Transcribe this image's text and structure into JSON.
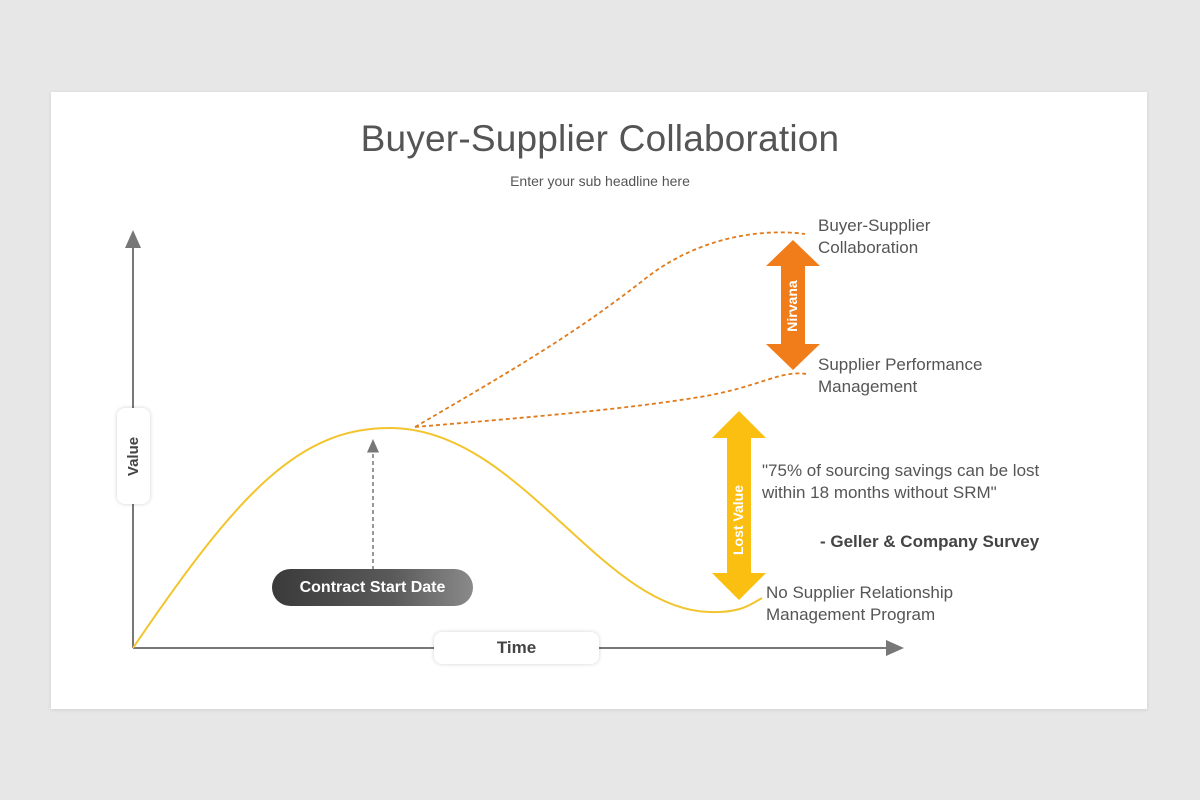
{
  "title": "Buyer-Supplier Collaboration",
  "subtitle": "Enter your sub headline here",
  "axes": {
    "y_label": "Value",
    "x_label": "Time"
  },
  "milestone": {
    "label": "Contract Start Date"
  },
  "outcomes": {
    "top": "Buyer-Supplier Collaboration",
    "middle": "Supplier Performance Management",
    "bottom": "No Supplier Relationship Management Program"
  },
  "arrows": {
    "upper": {
      "label": "Nirvana",
      "color": "#f07d1a"
    },
    "lower": {
      "label": "Lost Value",
      "color": "#fbbf12"
    }
  },
  "quote": {
    "text": "\"75% of sourcing savings can be lost within 18 months without SRM\"",
    "source": "- Geller & Company Survey"
  },
  "colors": {
    "baseline_curve": "#f2c52e",
    "dashed_curves": "#e07b1c",
    "axis": "#777777"
  }
}
